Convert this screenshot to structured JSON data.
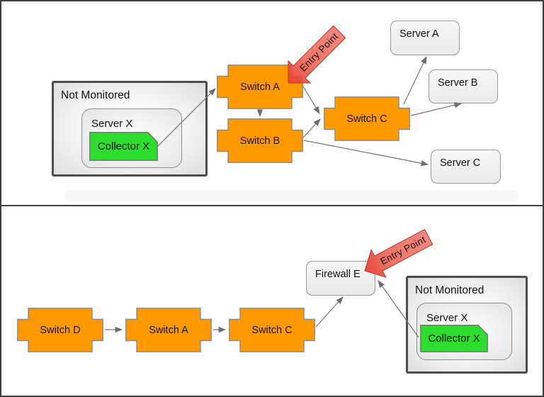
{
  "colors": {
    "switch_fill": "#FF9900",
    "switch_stroke": "#8a8a8a",
    "collector_fill": "#2EDE2E",
    "collector_stroke": "#6f6f6f",
    "server_box_border": "#9a9a9a",
    "group_border": "#4d4d4d",
    "connector": "#767676",
    "entry_tip": "#e63c2c",
    "entry_body": "#ed6a5f",
    "entry_tail": "#ee7d74",
    "entry_stroke": "#b03a2e",
    "panel_border": "#404040",
    "text": "#111111"
  },
  "top_panel": {
    "group": {
      "label": "Not Monitored",
      "server": {
        "label": "Server X",
        "collector": {
          "label": "Collector X"
        }
      }
    },
    "nodes": {
      "switch_a": "Switch A",
      "switch_b": "Switch B",
      "switch_c": "Switch C",
      "server_a": "Server A",
      "server_b": "Server B",
      "server_c": "Server C"
    },
    "entry_point_label": "Entry Point",
    "connections": [
      {
        "from": "Collector X",
        "to": "Switch A"
      },
      {
        "from": "Switch A",
        "to": "Switch B"
      },
      {
        "from": "Switch A",
        "to": "Switch C"
      },
      {
        "from": "Switch B",
        "to": "Switch C"
      },
      {
        "from": "Switch B",
        "to": "Server C"
      },
      {
        "from": "Switch C",
        "to": "Server A"
      },
      {
        "from": "Switch C",
        "to": "Server B"
      },
      {
        "from": "Entry Point",
        "to": "Switch A"
      }
    ]
  },
  "bottom_panel": {
    "group": {
      "label": "Not Monitored",
      "server": {
        "label": "Server X",
        "collector": {
          "label": "Collector X"
        }
      }
    },
    "nodes": {
      "switch_d": "Switch D",
      "switch_a": "Switch A",
      "switch_c": "Switch C",
      "firewall_e": "Firewall E"
    },
    "entry_point_label": "Entry Point",
    "connections": [
      {
        "from": "Switch D",
        "to": "Switch A"
      },
      {
        "from": "Switch A",
        "to": "Switch C"
      },
      {
        "from": "Switch C",
        "to": "Firewall E"
      },
      {
        "from": "Collector X",
        "to": "Firewall E"
      },
      {
        "from": "Entry Point",
        "to": "Firewall E"
      }
    ]
  }
}
